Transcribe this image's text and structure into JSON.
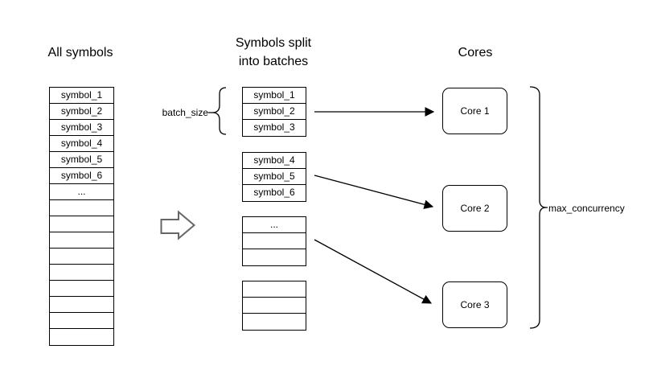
{
  "titles": {
    "all_symbols": "All symbols",
    "batches": "Symbols split\ninto batches",
    "cores": "Cores"
  },
  "labels": {
    "batch_size": "batch_size",
    "max_concurrency": "max_concurrency"
  },
  "all_symbols": {
    "cells": [
      "symbol_1",
      "symbol_2",
      "symbol_3",
      "symbol_4",
      "symbol_5",
      "symbol_6",
      "...",
      "",
      "",
      "",
      "",
      "",
      "",
      "",
      "",
      ""
    ]
  },
  "batches": {
    "batch1": [
      "symbol_1",
      "symbol_2",
      "symbol_3"
    ],
    "batch2": [
      "symbol_4",
      "symbol_5",
      "symbol_6"
    ],
    "batch3": [
      "...",
      "",
      ""
    ],
    "batch4": [
      "",
      "",
      ""
    ]
  },
  "cores": {
    "core1": "Core 1",
    "core2": "Core 2",
    "core3": "Core 3"
  },
  "icons": {
    "block_arrow": "right-block-arrow",
    "batch_size_brace": "curly-brace-left",
    "max_concurrency_brace": "curly-brace-right"
  },
  "colors": {
    "stroke": "#000000",
    "block_arrow_stroke": "#666666",
    "background": "#ffffff",
    "text": "#000000"
  }
}
